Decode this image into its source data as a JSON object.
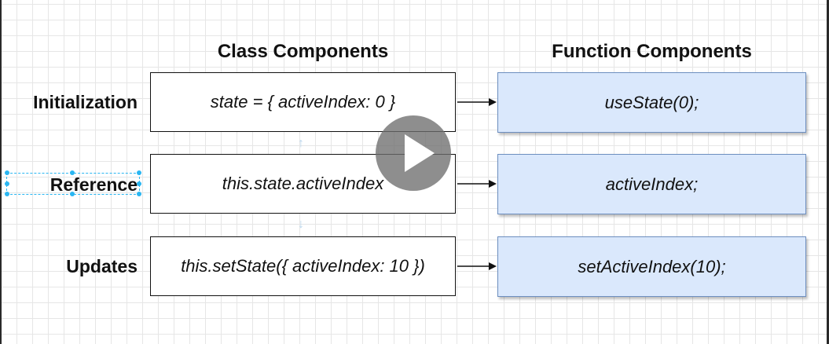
{
  "headers": {
    "class_components": "Class Components",
    "function_components": "Function Components"
  },
  "rows": [
    {
      "label": "Initialization",
      "class_code": "state = { activeIndex: 0 }",
      "function_code": "useState(0);"
    },
    {
      "label": "Reference",
      "class_code": "this.state.activeIndex",
      "function_code": "activeIndex;"
    },
    {
      "label": "Updates",
      "class_code": "this.setState({ activeIndex: 10 })",
      "function_code": "setActiveIndex(10);"
    }
  ],
  "colors": {
    "function_box_fill": "#dae8fc",
    "function_box_stroke": "#6c8ebf",
    "selection_accent": "#29b6f2",
    "play_button": "#6e6e6e"
  },
  "icons": {
    "play": "play-icon",
    "arrow": "arrow-right-icon"
  }
}
